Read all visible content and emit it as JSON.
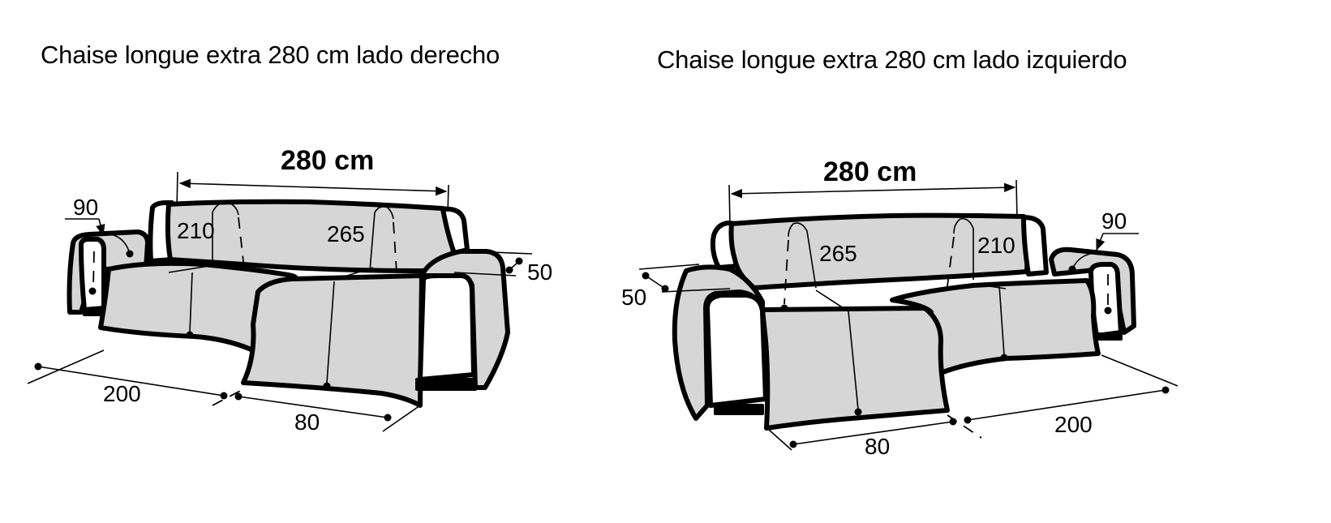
{
  "left_diagram": {
    "title": "Chaise longue extra 280 cm lado derecho",
    "total_width_label": "280 cm",
    "dimensions": {
      "armrest_width": "90",
      "backrest_left": "210",
      "backrest_right": "265",
      "armrest_depth": "50",
      "seat_length": "200",
      "chaise_width": "80"
    },
    "fill_color": "#d6d6d6",
    "outline_color": "#000000"
  },
  "right_diagram": {
    "title": "Chaise longue extra 280 cm lado izquierdo",
    "total_width_label": "280 cm",
    "dimensions": {
      "backrest_left": "265",
      "backrest_right": "210",
      "armrest_width": "90",
      "armrest_depth": "50",
      "chaise_width": "80",
      "seat_length": "200"
    },
    "fill_color": "#d6d6d6",
    "outline_color": "#000000"
  }
}
